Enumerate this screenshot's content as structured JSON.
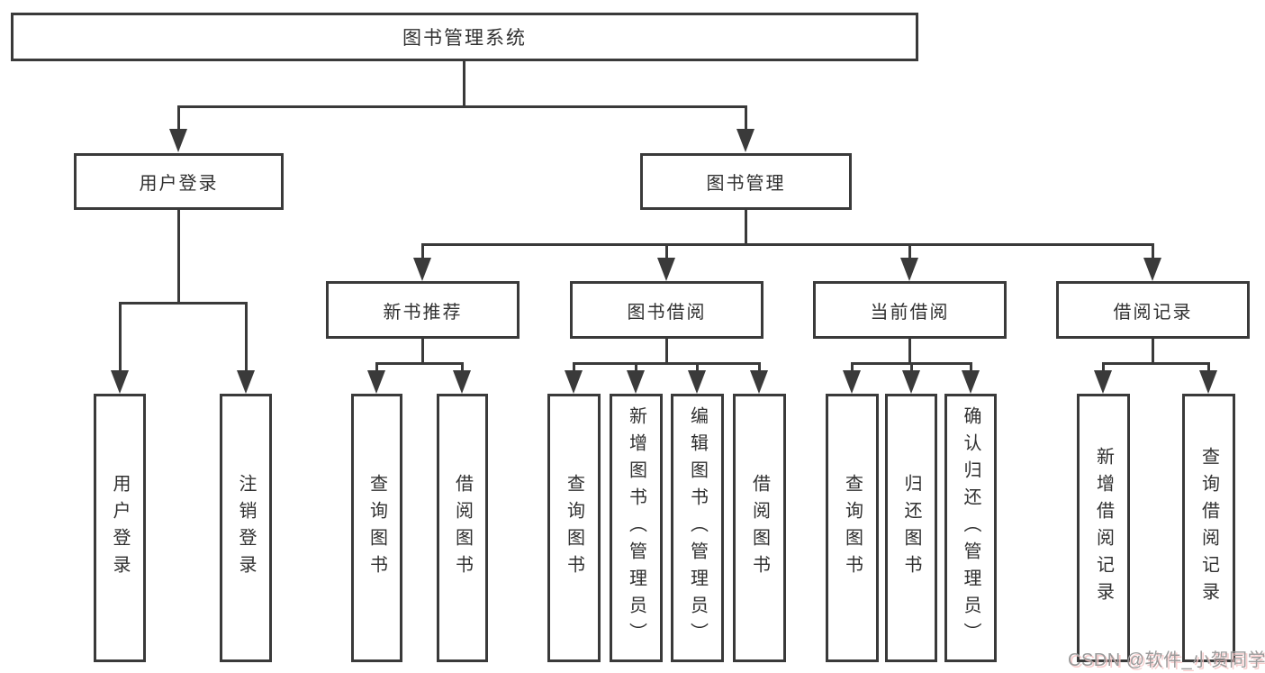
{
  "diagram": {
    "root": "图书管理系统",
    "level2": [
      "用户登录",
      "图书管理"
    ],
    "level3": [
      "新书推荐",
      "图书借阅",
      "当前借阅",
      "借阅记录"
    ],
    "children": {
      "login": [
        "用户登录",
        "注销登录"
      ],
      "recommend": [
        "查询图书",
        "借阅图书"
      ],
      "borrow": [
        "查询图书",
        "新增图书（管理员）",
        "编辑图书（管理员）",
        "借阅图书"
      ],
      "current": [
        "查询图书",
        "归还图书",
        "确认归还（管理员）"
      ],
      "records": [
        "新增借阅记录",
        "查询借阅记录"
      ]
    }
  },
  "watermark": {
    "text": "CSDN @软件_小贺同学"
  },
  "colors": {
    "line": "#3a3a3a",
    "box_background": "#ffffff",
    "text": "#303030",
    "watermark": "#9a9a9a",
    "background": "#ffffff"
  }
}
